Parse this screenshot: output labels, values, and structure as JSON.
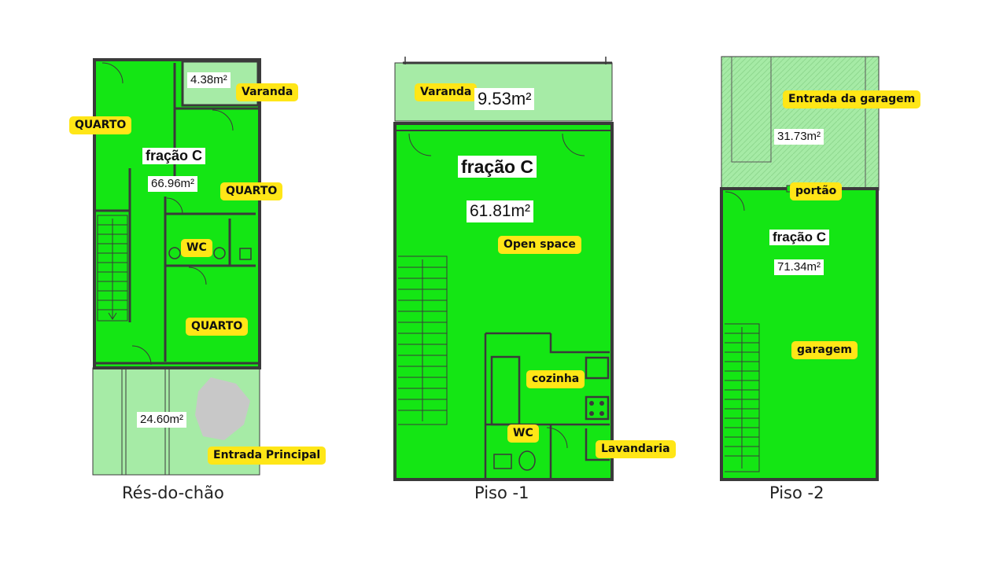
{
  "plans": {
    "res_do_chao": {
      "caption": "Rés-do-chão",
      "fraction": "fração C",
      "area_main": "66.96m²",
      "area_varanda": "4.38m²",
      "area_exterior": "24.60m²",
      "rooms": {
        "quarto_1": "QUARTO",
        "quarto_2": "QUARTO",
        "quarto_3": "QUARTO",
        "varanda": "Varanda",
        "wc": "WC",
        "entrada": "Entrada Principal"
      }
    },
    "piso_1": {
      "caption": "Piso -1",
      "fraction": "fração C",
      "area_main": "61.81m²",
      "area_varanda": "9.53m²",
      "rooms": {
        "varanda": "Varanda",
        "open_space": "Open space",
        "cozinha": "cozinha",
        "wc": "WC",
        "lavandaria": "Lavandaria"
      }
    },
    "piso_2": {
      "caption": "Piso -2",
      "fraction": "fração C",
      "area_main": "71.34m²",
      "area_entrada": "31.73m²",
      "rooms": {
        "entrada_garagem": "Entrada da garagem",
        "portao": "portão",
        "garagem": "garagem"
      }
    }
  },
  "colors": {
    "room_fill": "#14e614",
    "exterior_fill": "#a6eba6",
    "wall": "#3a3a3a",
    "tag_fill": "#ffe617"
  }
}
